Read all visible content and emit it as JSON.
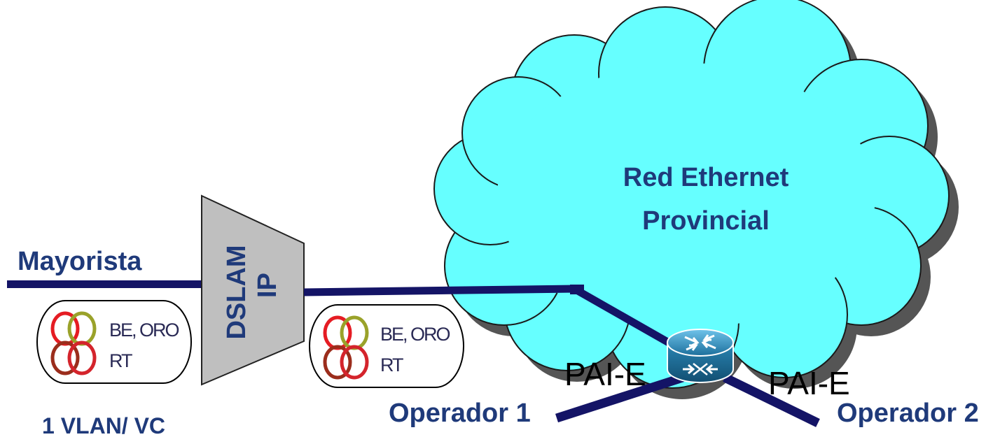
{
  "colors": {
    "cloud_fill": "#66ffff",
    "cloud_shadow": "#555555",
    "line": "#141466",
    "label_blue": "#1f3a7a",
    "dslam_fill": "#bfbfbf",
    "router": "#2c8ab8"
  },
  "labels": {
    "mayorista": "Mayorista",
    "dslam_line1": "DSLAM",
    "dslam_line2": "IP",
    "bundle_left_line1": "BE, ORO",
    "bundle_left_line2": "RT",
    "bundle_right_line1": "BE, ORO",
    "bundle_right_line2": "RT",
    "vlan": "1 VLAN/ VC",
    "cloud_line1": "Red Ethernet",
    "cloud_line2": "Provincial",
    "pai_left": "PAI-E",
    "pai_right": "PAI-E",
    "operador1": "Operador 1",
    "operador2": "Operador 2"
  },
  "icons": {
    "router": "router-icon",
    "bundle": "fiber-bundle-icon",
    "cloud": "cloud-icon"
  }
}
